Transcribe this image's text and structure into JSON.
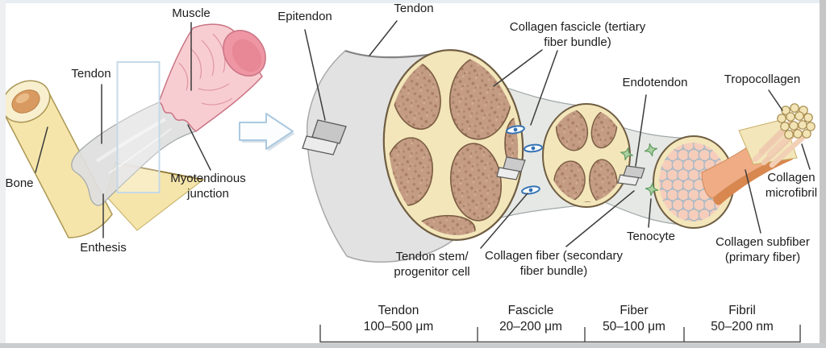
{
  "palette": {
    "text": "#1c1c1c",
    "line": "#3c3c3c",
    "frame_top": "#e8edf3",
    "frame_light": "#edeff1",
    "frame_gray": "#c6c6c6",
    "frame_bottom": "#c9cccf",
    "bone": "#f5e5ab",
    "bone_outline": "#ab9754",
    "bone_rim": "#f8efcf",
    "marrow": "#d89a60",
    "marrow_hi": "#e9bb88",
    "muscle": "#f8cdd1",
    "muscle_dark": "#ee96a3",
    "muscle_outline": "#c97484",
    "striation": "#e09aa7",
    "tendon_gray": "#e2e2e2",
    "tendon_edge": "#9c9c9c",
    "neck_gray": "#e6e8e5",
    "cream": "#f3e6ba",
    "cream_outline": "#6f5d42",
    "bundle": "#c49c83",
    "bundle_dark": "#7a5c42",
    "honeycomb_fill": "#f6cdbb",
    "honeycomb_line": "#a9b8c4",
    "subfiber": "#f0ac85",
    "subfiber_dark": "#d8874f",
    "strand": "#f2d0b5",
    "bead": "#f3e4b6",
    "bead_line": "#a78d4e",
    "cell_blue": "#3573b5",
    "cell_green_fill": "#abd0a2",
    "cell_green_line": "#5f9b5f",
    "arrow_line": "#abc9e0",
    "arrow_fill": "#fbfdff"
  },
  "anatomy_labels": {
    "muscle": "Muscle",
    "tendon_left": "Tendon",
    "bone": "Bone",
    "myotendinous_junction": "Myotendinous junction",
    "enthesis": "Enthesis"
  },
  "hierarchy_labels": {
    "epitendon": "Epitendon",
    "tendon": "Tendon",
    "collagen_fascicle": "Collagen fascicle (tertiary fiber bundle)",
    "endotendon": "Endotendon",
    "tropocollagen": "Tropocollagen",
    "collagen_microfibril": "Collagen microfibril",
    "tenocyte": "Tenocyte",
    "collagen_subfiber": "Collagen subfiber (primary fiber)",
    "tendon_stem_progenitor_cell": "Tendon stem/ progenitor cell",
    "collagen_fiber": "Collagen fiber (secondary fiber bundle)"
  },
  "scale_bar": {
    "sections": [
      {
        "name": "Tendon",
        "range": "100–500 μm"
      },
      {
        "name": "Fascicle",
        "range": "20–200 μm"
      },
      {
        "name": "Fiber",
        "range": "50–100 μm"
      },
      {
        "name": "Fibril",
        "range": "50–200 nm"
      }
    ]
  }
}
